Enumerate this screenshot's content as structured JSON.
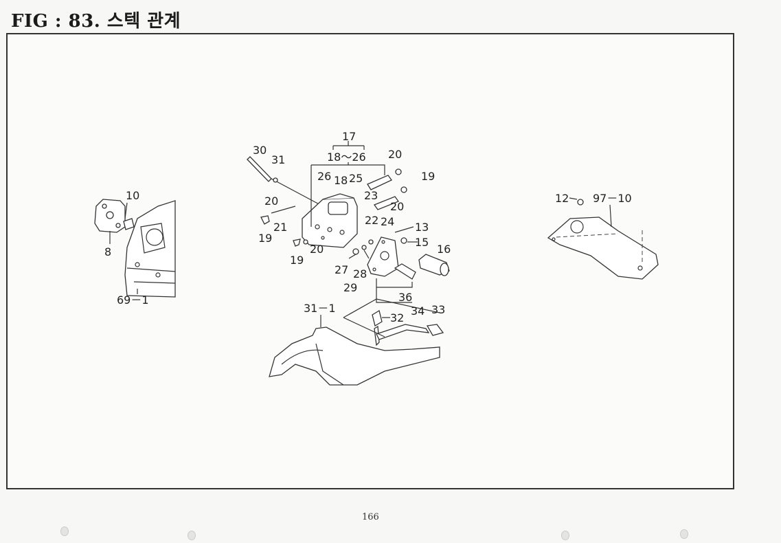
{
  "figure": {
    "title": "FIG : 83.  스텍 관계",
    "page_number": "166"
  },
  "labels": {
    "l30": "30",
    "l31": "31",
    "l17": "17",
    "l18_26": "18～26",
    "l20a": "20",
    "l19a": "19",
    "l26": "26",
    "l18": "18",
    "l25": "25",
    "l23": "23",
    "l20b": "20",
    "l20c": "20",
    "l21": "21",
    "l22": "22",
    "l24": "24",
    "l19b": "19",
    "l13": "13",
    "l15": "15",
    "l16": "16",
    "l19c": "19",
    "l20d": "20",
    "l27": "27",
    "l28": "28",
    "l29": "29",
    "l36": "36",
    "l10": "10",
    "l8": "8",
    "l69_1": "69－1",
    "l12": "12",
    "l97_10": "97－10",
    "l31_1": "31－1",
    "l32": "32",
    "l34": "34",
    "l33": "33"
  }
}
